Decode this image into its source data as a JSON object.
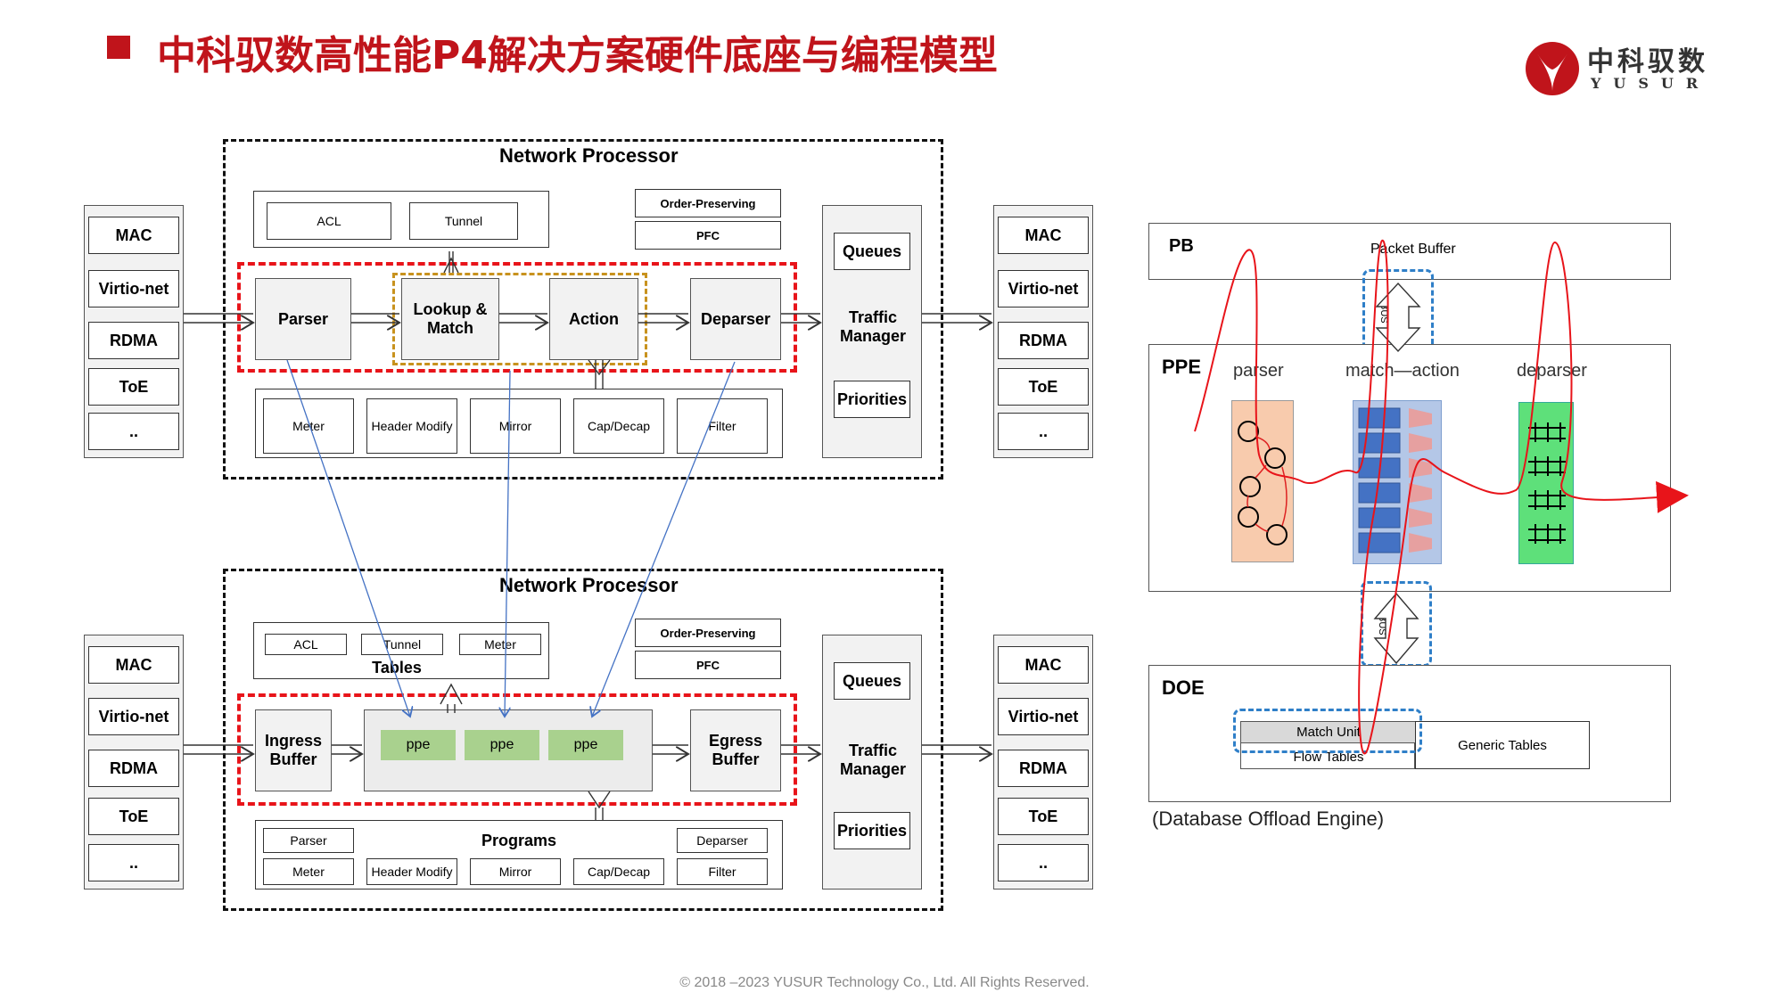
{
  "header": {
    "title": "中科驭数高性能P4解决方案硬件底座与编程模型",
    "logo_cn": "中科驭数",
    "logo_en": "YUSUR"
  },
  "colors": {
    "title": "#c0141b",
    "red_dash": "#e8141a",
    "gold_dash": "#c8921e",
    "blue_line": "#4472c4",
    "red_line": "#e8141a",
    "ppe_green": "#a9d18e"
  },
  "interfaces": [
    "MAC",
    "Virtio-net",
    "RDMA",
    "ToE",
    ".."
  ],
  "np_top": {
    "title": "Network Processor",
    "top_items": [
      "ACL",
      "Tunnel"
    ],
    "order": "Order-Preserving",
    "pfc": "PFC",
    "parser": "Parser",
    "lookup": "Lookup & Match",
    "action": "Action",
    "deparser": "Deparser",
    "bottom_items": [
      "Meter",
      "Header Modify",
      "Mirror",
      "Cap/Decap",
      "Filter"
    ],
    "tm_queues": "Queues",
    "tm_label": "Traffic Manager",
    "tm_priorities": "Priorities"
  },
  "np_bottom": {
    "title": "Network Processor",
    "table_items": [
      "ACL",
      "Tunnel",
      "Meter"
    ],
    "tables_label": "Tables",
    "order": "Order-Preserving",
    "pfc": "PFC",
    "ingress": "Ingress Buffer",
    "ppes": [
      "ppe",
      "ppe",
      "ppe"
    ],
    "egress": "Egress Buffer",
    "programs_label": "Programs",
    "programs_top": [
      "Parser",
      "Deparser"
    ],
    "programs_bottom": [
      "Meter",
      "Header Modify",
      "Mirror",
      "Cap/Decap",
      "Filter"
    ],
    "tm_queues": "Queues",
    "tm_label": "Traffic Manager",
    "tm_priorities": "Priorities"
  },
  "right_diagram": {
    "pb_label": "PB",
    "packet_buffer": "Packet Buffer",
    "bus": "BUS",
    "ppe_label": "PPE",
    "parser": "parser",
    "match_action": "match—action",
    "deparser": "deparser",
    "doe_label": "DOE",
    "match_unit": "Match Unit",
    "flow_tables": "Flow Tables",
    "generic_tables": "Generic Tables",
    "doe_caption": "(Database Offload Engine)"
  },
  "footer": "© 2018 –2023 YUSUR Technology Co., Ltd. All Rights Reserved."
}
